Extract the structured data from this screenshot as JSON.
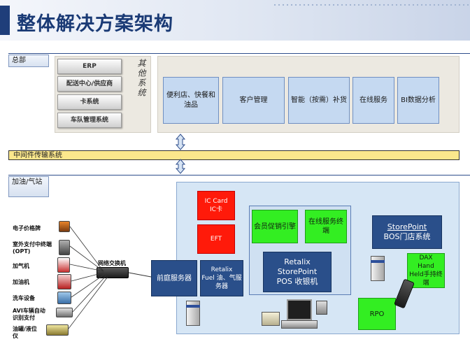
{
  "title": "整体解决方案架构",
  "sections": {
    "hq": "总部",
    "middleware": "中间件传输系统",
    "station": "加油/气站"
  },
  "hq_systems": [
    "ERP",
    "配送中心/供应商",
    "卡系统",
    "车队管理系统"
  ],
  "other_systems_label": "其他系统",
  "hq_modules": [
    "便利店、快餐和油品",
    "客户管理",
    "智能（按需）补货",
    "在线服务",
    "BI数据分析"
  ],
  "devices": [
    "电子价格牌",
    "室外支付中终端 (OPT)",
    "加气机",
    "加油机",
    "洗车设备",
    "AVI车辆自动识别支付",
    "油罐/液位仪"
  ],
  "network_switch": "网络交换机",
  "front_server": "前庭服务器",
  "fuel_server": {
    "line1": "Retalix",
    "line2": "Fuel 油、气服务器"
  },
  "ic_card": {
    "line1": "IC Card",
    "line2": "IC卡"
  },
  "eft": "EFT",
  "member_promo": "会员促销引擎",
  "online_terminal": "在线服务终端",
  "pos": {
    "line1": "Retalix",
    "line2": "StorePoint",
    "line3": "POS 收银机"
  },
  "bos": {
    "line1": "StorePoint",
    "line2": "BOS门店系统"
  },
  "dax": {
    "line1": "DAX",
    "line2": "Hand",
    "line3": "Held手持终端"
  },
  "rpo": "RPO",
  "colors": {
    "title_navy": "#1a3a75",
    "red": "#ff1a0a",
    "green": "#33ee22",
    "navy": "#2a4f8a",
    "yellow": "#fbe78c"
  }
}
